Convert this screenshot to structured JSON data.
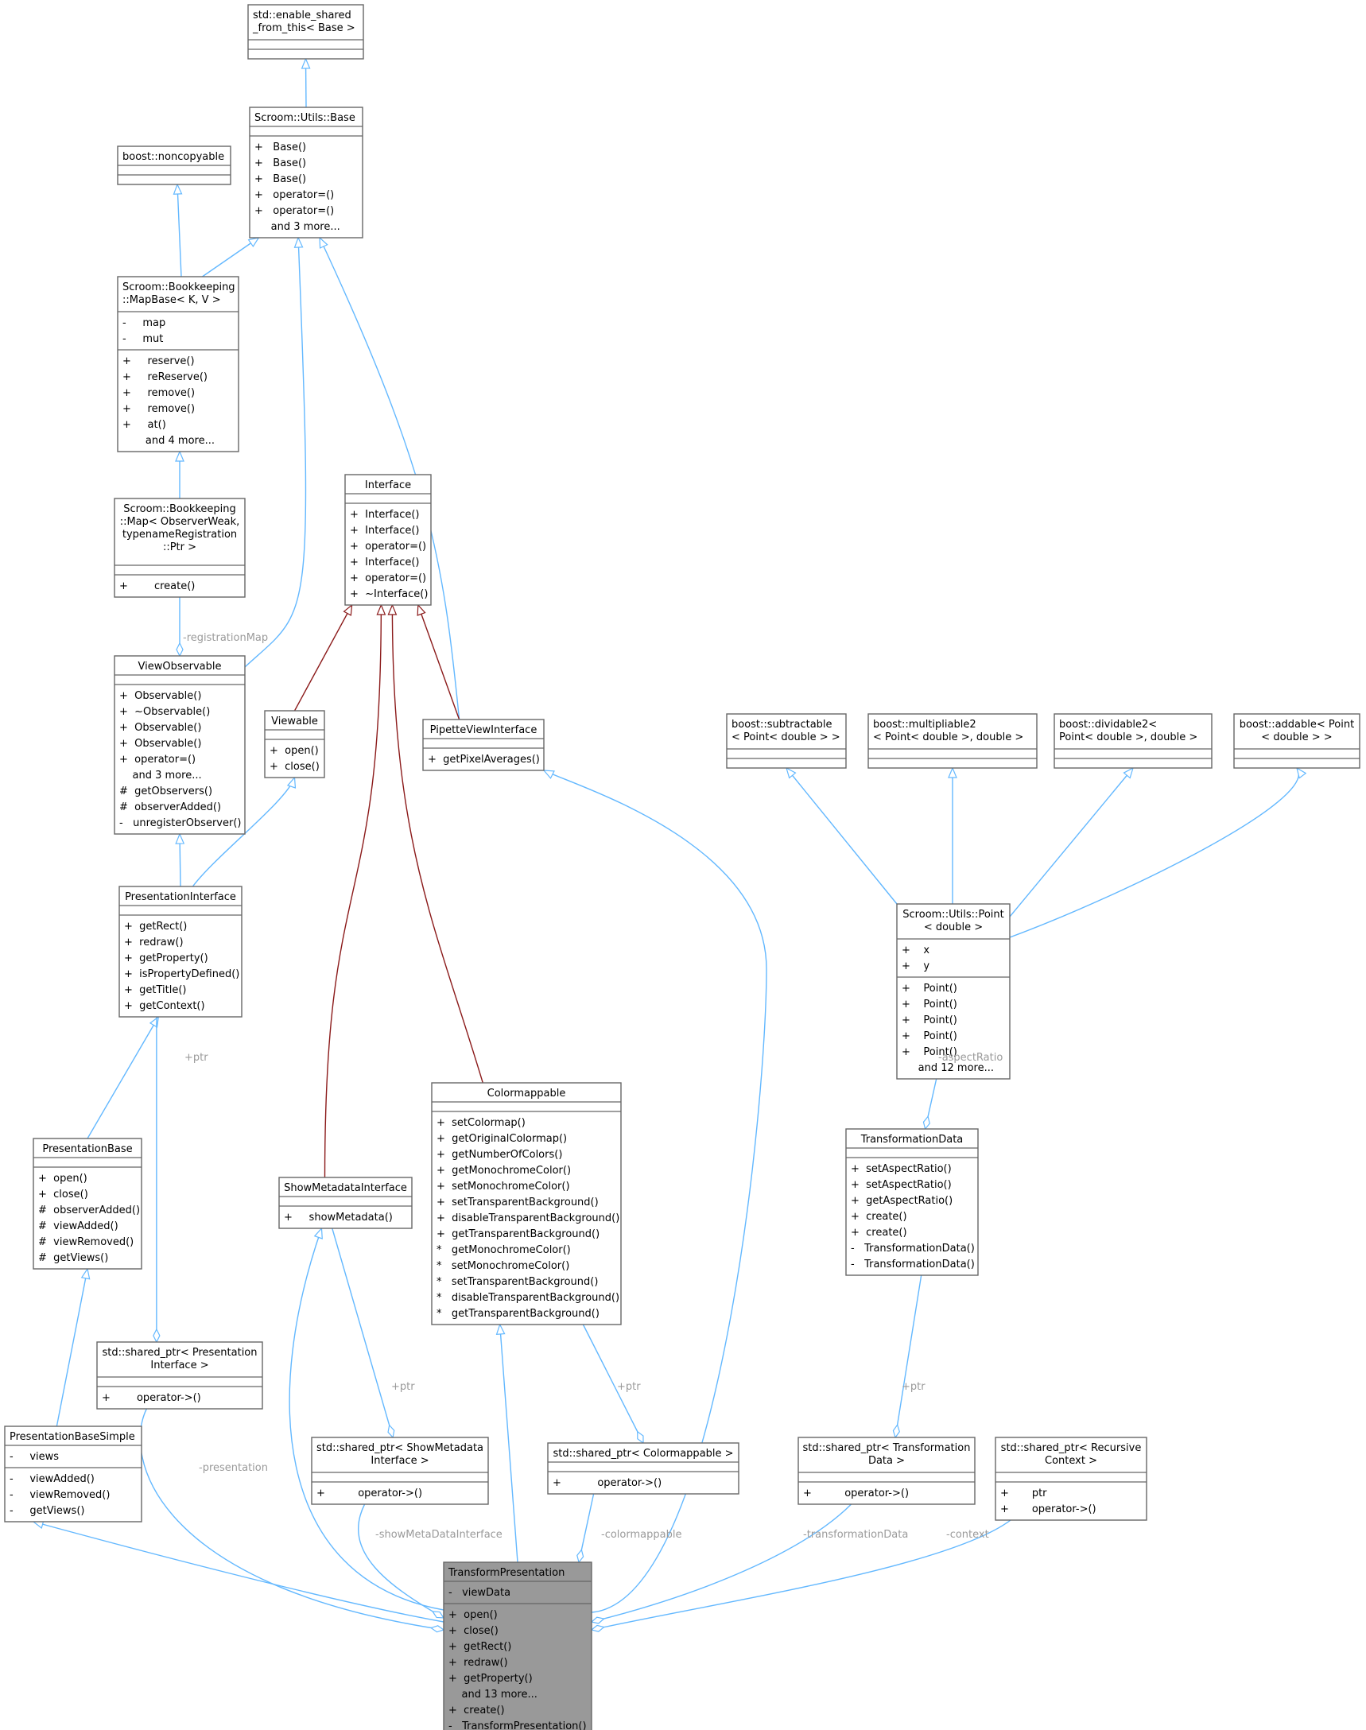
{
  "colors": {
    "background": "#ffffff",
    "node_fill": "#ffffff",
    "node_border": "#666666",
    "focus_fill": "#999999",
    "text": "#000000",
    "edge_inherit_public": "#63b8ff",
    "edge_inherit_interface": "#8b1a1a",
    "edge_usage": "#63b8ff",
    "edge_label": "#9a9a9a"
  },
  "nodes": {
    "enable_shared": {
      "title": [
        "std::enable_shared",
        "_from_this< Base >"
      ],
      "attrs": [],
      "methods": [],
      "focus": false
    },
    "utils_base": {
      "title": [
        "Scroom::Utils::Base"
      ],
      "attrs": [],
      "methods": [
        "+   Base()",
        "+   Base()",
        "+   Base()",
        "+   operator=()",
        "+   operator=()",
        "     and 3 more..."
      ],
      "focus": false
    },
    "noncopyable": {
      "title": [
        "boost::noncopyable"
      ],
      "attrs": [],
      "methods": [],
      "focus": false
    },
    "mapbase": {
      "title": [
        "Scroom::Bookkeeping",
        "::MapBase< K, V >"
      ],
      "attrs": [
        "-     map",
        "-     mut"
      ],
      "methods": [
        "+     reserve()",
        "+     reReserve()",
        "+     remove()",
        "+     remove()",
        "+     at()",
        "       and 4 more..."
      ],
      "focus": false
    },
    "bk_map": {
      "title": [
        "Scroom::Bookkeeping",
        "::Map< ObserverWeak,",
        "typenameRegistration",
        "::Ptr >"
      ],
      "attrs": [],
      "methods": [
        "+        create()"
      ],
      "focus": false
    },
    "interface": {
      "title": [
        "Interface"
      ],
      "attrs": [],
      "methods": [
        "+  Interface()",
        "+  Interface()",
        "+  operator=()",
        "+  Interface()",
        "+  operator=()",
        "+  ~Interface()"
      ],
      "focus": false
    },
    "view_observable": {
      "title": [
        "ViewObservable"
      ],
      "attrs": [],
      "methods": [
        "+  Observable()",
        "+  ~Observable()",
        "+  Observable()",
        "+  Observable()",
        "+  operator=()",
        "    and 3 more...",
        "#  getObservers()",
        "#  observerAdded()",
        "-   unregisterObserver()"
      ],
      "focus": false
    },
    "viewable": {
      "title": [
        "Viewable"
      ],
      "attrs": [],
      "methods": [
        "+  open()",
        "+  close()"
      ],
      "focus": false
    },
    "pipette": {
      "title": [
        "PipetteViewInterface"
      ],
      "attrs": [],
      "methods": [
        "+  getPixelAverages()"
      ],
      "focus": false
    },
    "subtractable": {
      "title": [
        "boost::subtractable",
        "< Point< double  > >"
      ],
      "attrs": [],
      "methods": [],
      "focus": false
    },
    "multipliable": {
      "title": [
        "boost::multipliable2",
        "< Point< double  >, double  >"
      ],
      "attrs": [],
      "methods": [],
      "focus": false
    },
    "dividable": {
      "title": [
        "boost::dividable2<",
        "Point< double  >, double  >"
      ],
      "attrs": [],
      "methods": [],
      "focus": false
    },
    "addable": {
      "title": [
        "boost::addable< Point",
        "< double  > >"
      ],
      "attrs": [],
      "methods": [],
      "focus": false
    },
    "pres_interface": {
      "title": [
        "PresentationInterface"
      ],
      "attrs": [],
      "methods": [
        "+  getRect()",
        "+  redraw()",
        "+  getProperty()",
        "+  isPropertyDefined()",
        "+  getTitle()",
        "+  getContext()"
      ],
      "focus": false
    },
    "point": {
      "title": [
        "Scroom::Utils::Point",
        "< double >"
      ],
      "attrs": [
        "+    x",
        "+    y"
      ],
      "methods": [
        "+    Point()",
        "+    Point()",
        "+    Point()",
        "+    Point()",
        "+    Point()",
        "     and 12 more..."
      ],
      "focus": false
    },
    "colormappable": {
      "title": [
        "Colormappable"
      ],
      "attrs": [],
      "methods": [
        "+  setColormap()",
        "+  getOriginalColormap()",
        "+  getNumberOfColors()",
        "+  getMonochromeColor()",
        "+  setMonochromeColor()",
        "+  setTransparentBackground()",
        "+  disableTransparentBackground()",
        "+  getTransparentBackground()",
        "*   getMonochromeColor()",
        "*   setMonochromeColor()",
        "*   setTransparentBackground()",
        "*   disableTransparentBackground()",
        "*   getTransparentBackground()"
      ],
      "focus": false
    },
    "transformation_data": {
      "title": [
        "TransformationData"
      ],
      "attrs": [],
      "methods": [
        "+  setAspectRatio()",
        "+  setAspectRatio()",
        "+  getAspectRatio()",
        "+  create()",
        "+  create()",
        "-   TransformationData()",
        "-   TransformationData()"
      ],
      "focus": false
    },
    "pres_base": {
      "title": [
        "PresentationBase"
      ],
      "attrs": [],
      "methods": [
        "+  open()",
        "+  close()",
        "#  observerAdded()",
        "#  viewAdded()",
        "#  viewRemoved()",
        "#  getViews()"
      ],
      "focus": false
    },
    "show_metadata": {
      "title": [
        "ShowMetadataInterface"
      ],
      "attrs": [],
      "methods": [
        "+     showMetadata()"
      ],
      "focus": false
    },
    "sp_presentation": {
      "title": [
        "std::shared_ptr< Presentation",
        "Interface >"
      ],
      "attrs": [],
      "methods": [
        "+        operator->()"
      ],
      "focus": false
    },
    "pres_base_simple": {
      "title": [
        "PresentationBaseSimple"
      ],
      "attrs": [
        "-     views"
      ],
      "methods": [
        "-     viewAdded()",
        "-     viewRemoved()",
        "-     getViews()"
      ],
      "focus": false
    },
    "sp_showmetadata": {
      "title": [
        "std::shared_ptr< ShowMetadata",
        "Interface >"
      ],
      "attrs": [],
      "methods": [
        "+          operator->()"
      ],
      "focus": false
    },
    "sp_colormappable": {
      "title": [
        "std::shared_ptr< Colormappable >"
      ],
      "attrs": [],
      "methods": [
        "+           operator->()"
      ],
      "focus": false
    },
    "sp_transformation": {
      "title": [
        "std::shared_ptr< Transformation",
        "Data >"
      ],
      "attrs": [],
      "methods": [
        "+          operator->()"
      ],
      "focus": false
    },
    "sp_recursive": {
      "title": [
        "std::shared_ptr< Recursive",
        "Context >"
      ],
      "attrs": [],
      "methods": [
        "+       ptr",
        "+       operator->()"
      ],
      "focus": false
    },
    "transform_presentation": {
      "title": [
        "TransformPresentation"
      ],
      "attrs": [
        "-   viewData"
      ],
      "methods": [
        "+  open()",
        "+  close()",
        "+  getRect()",
        "+  redraw()",
        "+  getProperty()",
        "    and 13 more...",
        "+  create()",
        "-   TransformPresentation()"
      ],
      "focus": true
    }
  },
  "edge_labels": {
    "registration_map": "-registrationMap",
    "ptr_presentation": "+ptr",
    "ptr_showmetadata": "+ptr",
    "ptr_colormappable": "+ptr",
    "aspect_ratio": "-aspectRatio",
    "ptr_transformation": "+ptr",
    "presentation": "-presentation",
    "show_metadata_interface": "-showMetaDataInterface",
    "colormappable": "-colormappable",
    "transformation_data": "-transformationData",
    "context": "-context"
  }
}
